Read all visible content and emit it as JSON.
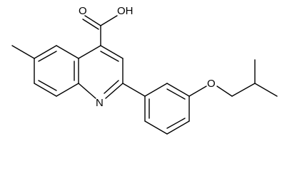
{
  "molecule": {
    "labels": {
      "acid_oxygen": "O",
      "acid_hydroxyl": "OH",
      "ring_nitrogen": "N",
      "ether_oxygen": "O"
    }
  }
}
